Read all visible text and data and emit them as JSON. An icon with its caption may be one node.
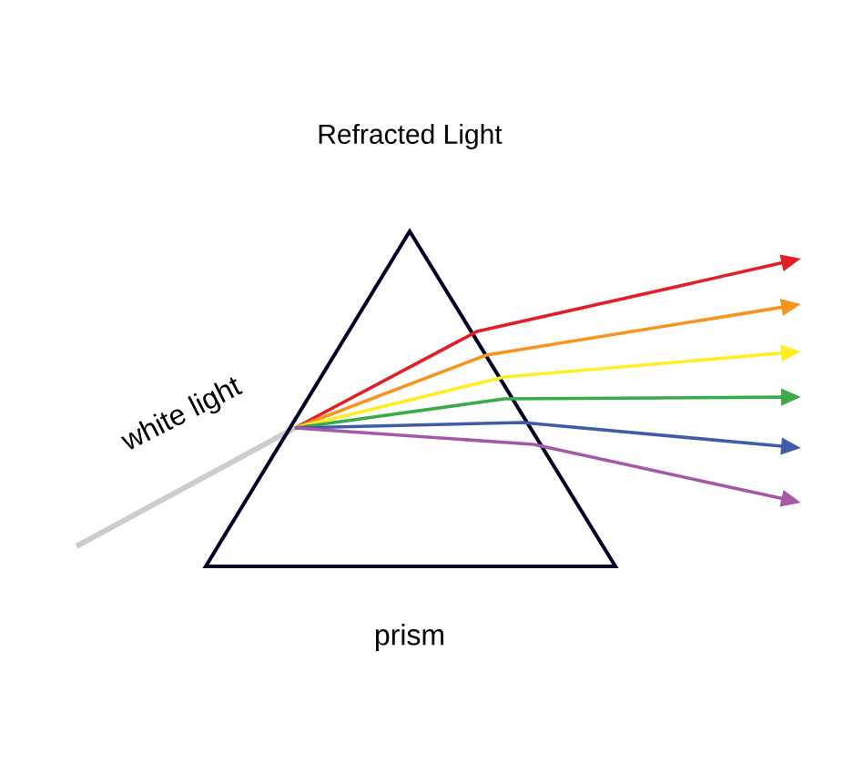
{
  "diagram": {
    "title": "Refracted Light",
    "nodes": [
      {
        "text": [
          "prism"
        ]
      }
    ],
    "labels": [
      "white light"
    ]
  }
}
